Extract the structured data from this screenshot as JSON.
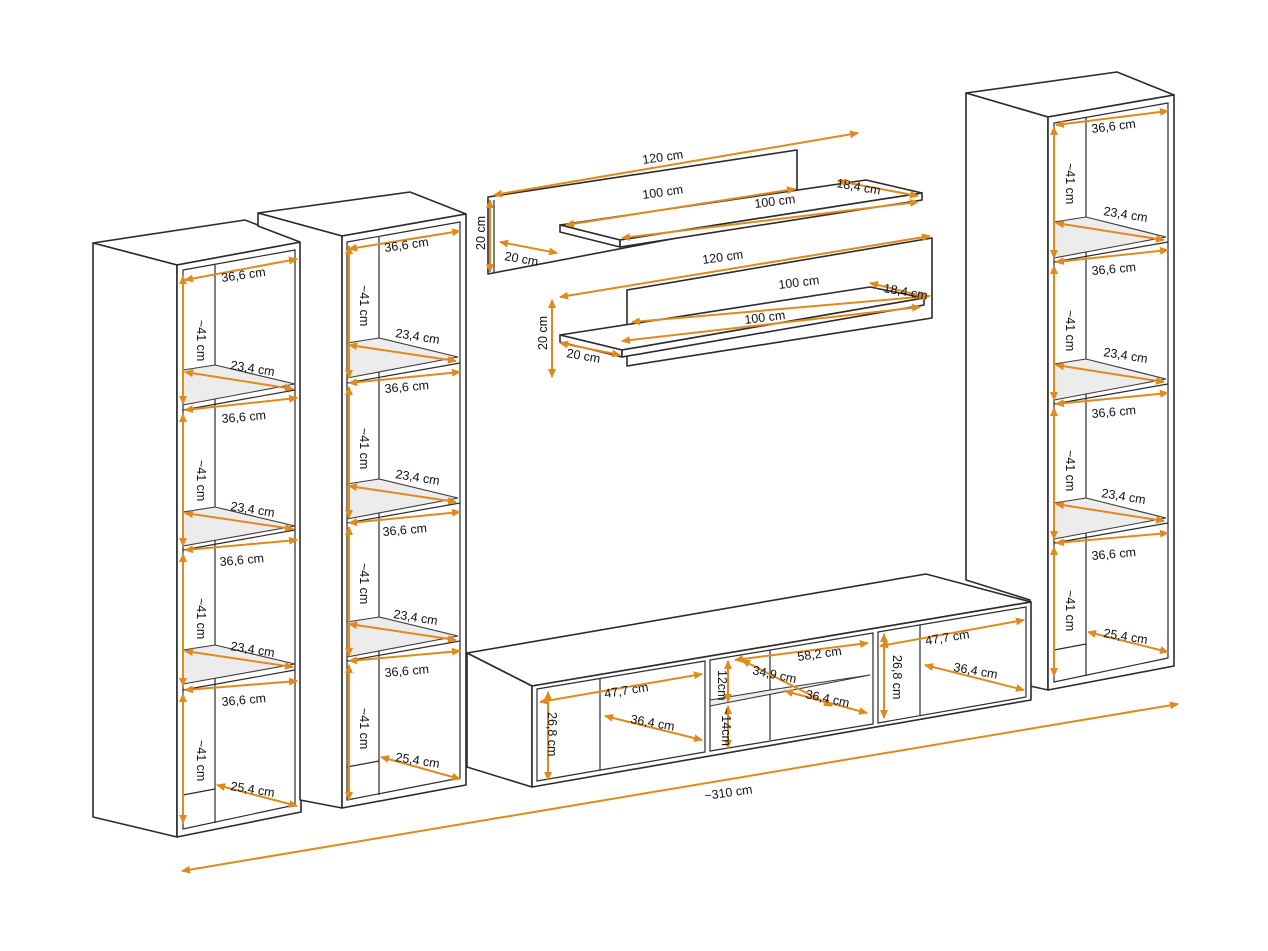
{
  "accent_color": "#e08a1e",
  "line_color": "#2b2b2b",
  "labels": {
    "total": "~310 cm",
    "shelf_len_120": "120 cm",
    "shelf_len_100": "100 cm",
    "shelf_depth_18": "18,4 cm",
    "shelf_20": "20 cm",
    "cab_width": "36,6 cm",
    "cab_glass": "23,4 cm",
    "cab_height": "~41 cm",
    "cab_bottom": "25,4 cm",
    "tv_47": "47,7 cm",
    "tv_36": "36,4 cm",
    "tv_26": "26,8 cm",
    "tv_58": "58,2 cm",
    "tv_34": "34,9 cm",
    "tv_12": "12cm",
    "tv_14": "~14cm"
  }
}
